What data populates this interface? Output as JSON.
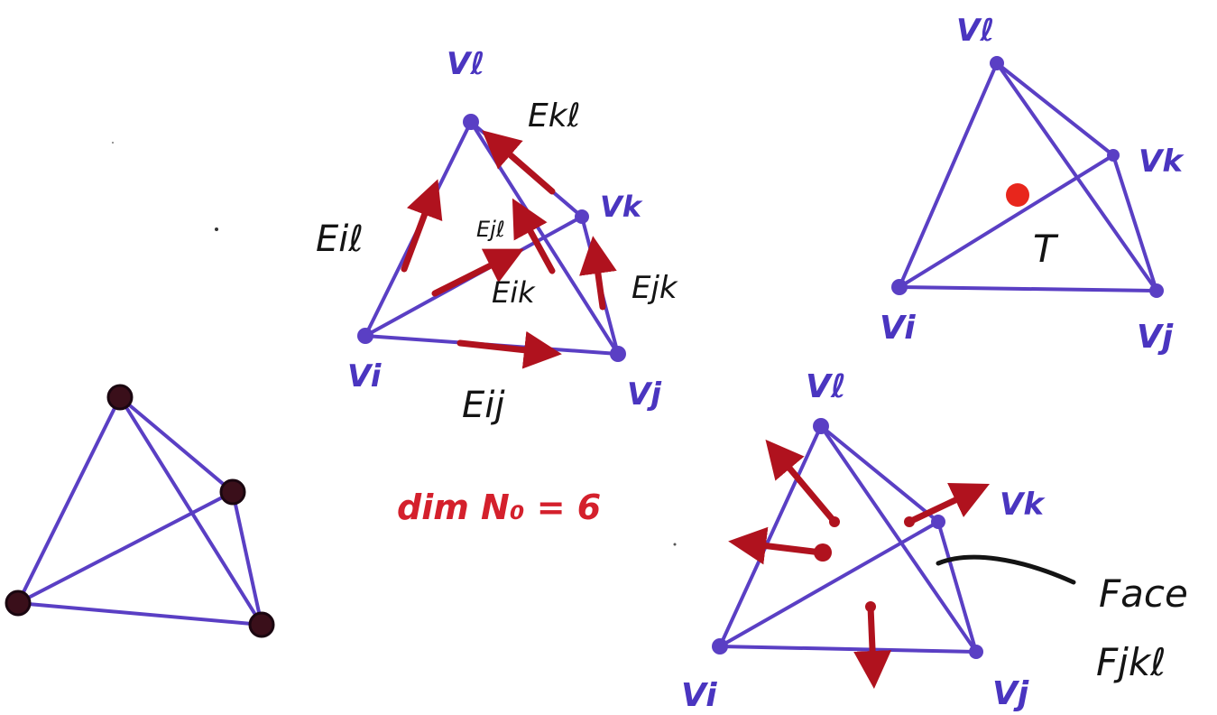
{
  "diagram_top_left": {
    "labels": {
      "v_top": "Vℓ",
      "v_right": "Vk",
      "v_left": "Vi",
      "v_bottom_right": "Vj",
      "e_kl": "Ekℓ",
      "e_il": "Eiℓ",
      "e_jl": "Ejℓ",
      "e_ik": "Eik",
      "e_jk": "Ejk",
      "e_ij": "Eij"
    },
    "caption": "dim N₀ = 6"
  },
  "diagram_top_right": {
    "labels": {
      "v_top": "Vℓ",
      "v_right": "Vk",
      "v_left": "Vi",
      "v_bottom_right": "Vj",
      "center": "T"
    }
  },
  "diagram_bottom_right": {
    "labels": {
      "v_top": "Vℓ",
      "v_right": "Vk",
      "v_left": "Vi",
      "v_bottom_right": "Vj",
      "face_word": "Face",
      "face_name": "Fjkℓ"
    }
  },
  "colors": {
    "edge": "#5a3fc4",
    "arrow": "#b0121e",
    "highlight": "#d4202c",
    "ink": "#141414"
  }
}
